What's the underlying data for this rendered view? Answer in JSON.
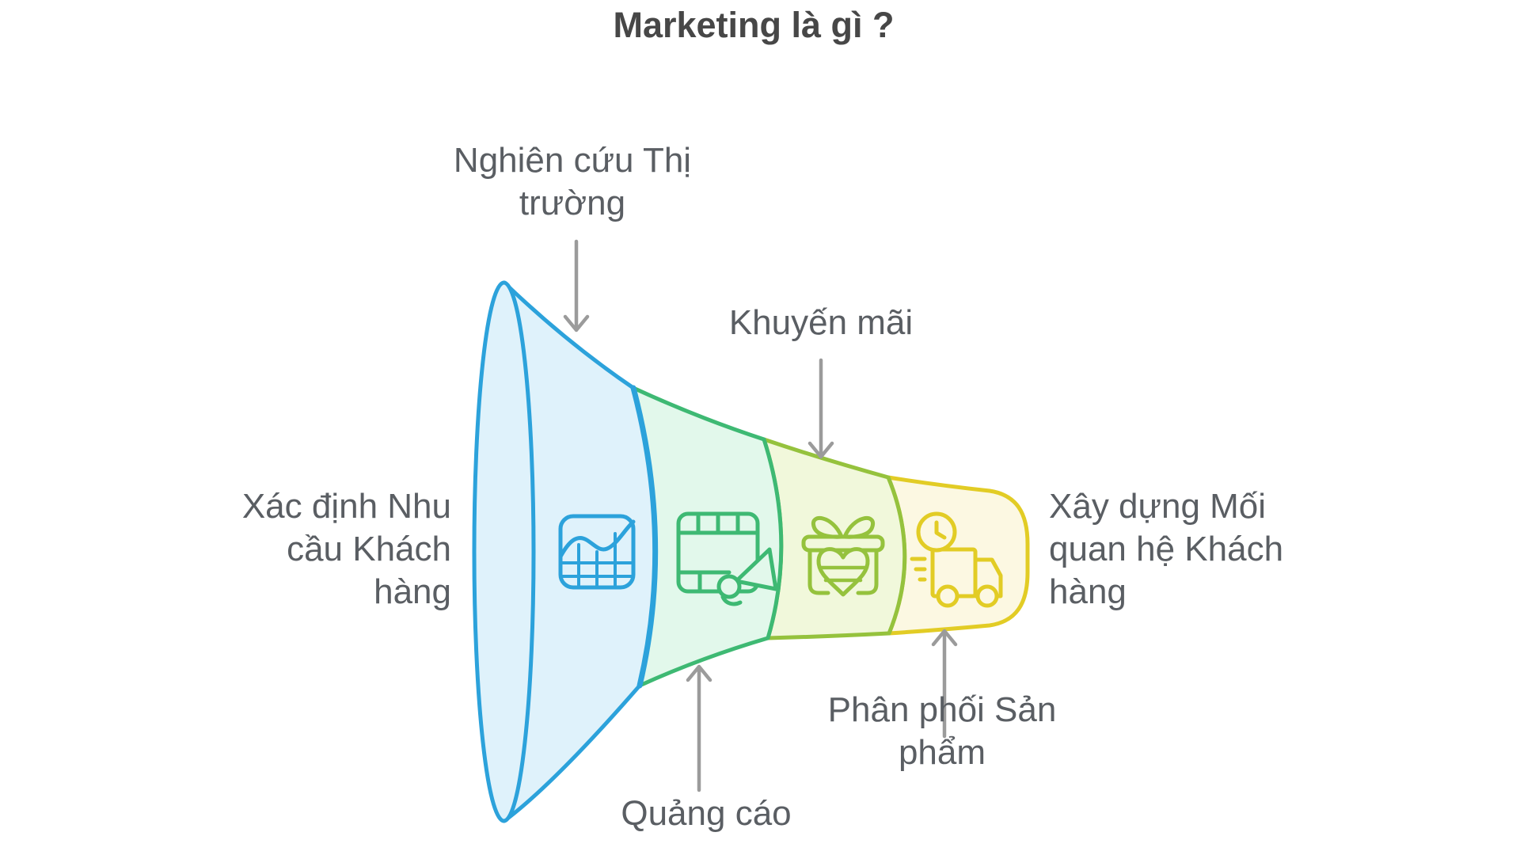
{
  "title": "Marketing là gì ?",
  "annotations": {
    "market_research": {
      "line1": "Nghiên cứu Thị",
      "line2": "trường"
    },
    "promotion": {
      "line1": "Khuyến mãi"
    },
    "customer_needs": {
      "line1": "Xác định Nhu",
      "line2": "cầu Khách",
      "line3": "hàng"
    },
    "customer_relationship": {
      "line1": "Xây dựng Mối",
      "line2": "quan hệ Khách",
      "line3": "hàng"
    },
    "advertising": {
      "line1": "Quảng cáo"
    },
    "distribution": {
      "line1": "Phân phối Sản",
      "line2": "phẩm"
    }
  },
  "funnel": {
    "segments": [
      {
        "name": "market-research",
        "icon": "chart-icon",
        "stroke": "#2CA2DB",
        "fill": "#DFF2FB"
      },
      {
        "name": "advertising",
        "icon": "film-megaphone-icon",
        "stroke": "#3EB973",
        "fill": "#E2F8EB"
      },
      {
        "name": "promotion",
        "icon": "gift-heart-icon",
        "stroke": "#95C23D",
        "fill": "#F1F8DB"
      },
      {
        "name": "distribution",
        "icon": "delivery-truck-icon",
        "stroke": "#E2CC25",
        "fill": "#FCF8E2"
      }
    ]
  },
  "colors": {
    "blue_stroke": "#2CA2DB",
    "blue_fill": "#DFF2FB",
    "green_stroke": "#3EB973",
    "green_fill": "#E2F8EB",
    "lime_stroke": "#95C23D",
    "lime_fill": "#F1F8DB",
    "yellow_stroke": "#E2CC25",
    "yellow_fill": "#FCF8E2",
    "arrow": "#9B9B9B",
    "title_text": "#474747",
    "label_text": "#5A5E63",
    "background": "#FFFFFF"
  }
}
